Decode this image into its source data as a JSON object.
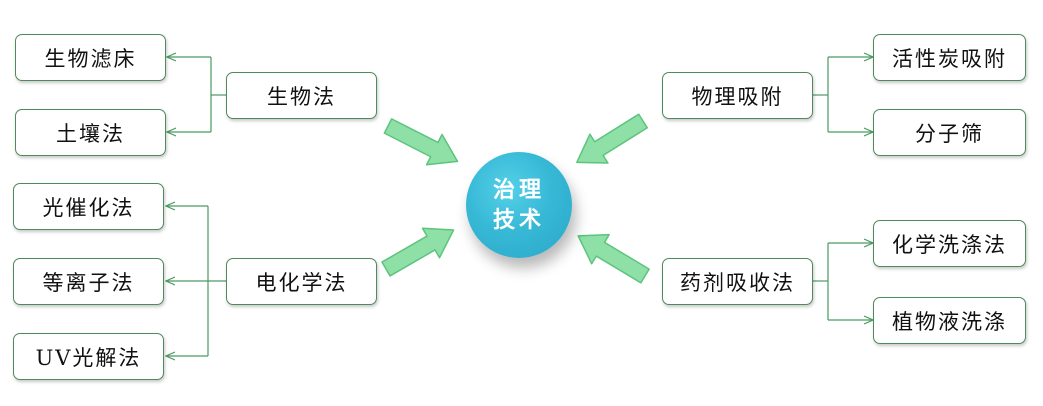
{
  "center": {
    "line1": "治理",
    "line2": "技术"
  },
  "methods": {
    "biological": "生物法",
    "electrochemical": "电化学法",
    "physical_adsorption": "物理吸附",
    "chemical_absorption": "药剂吸收法"
  },
  "sub": {
    "bio_filter": "生物滤床",
    "soil": "土壤法",
    "photocatalysis": "光催化法",
    "plasma": "等离子法",
    "uv_photolysis": "UV光解法",
    "activated_carbon": "活性炭吸附",
    "molecular_sieve": "分子筛",
    "chemical_washing": "化学洗涤法",
    "plant_liquid_washing": "植物液洗涤"
  },
  "colors": {
    "box_border": "#4f8a5b",
    "connector": "#4a9a62",
    "arrow_fill": "#8fe0a6",
    "arrow_stroke": "#5cc47e",
    "center_fill": "#37b9d6"
  }
}
